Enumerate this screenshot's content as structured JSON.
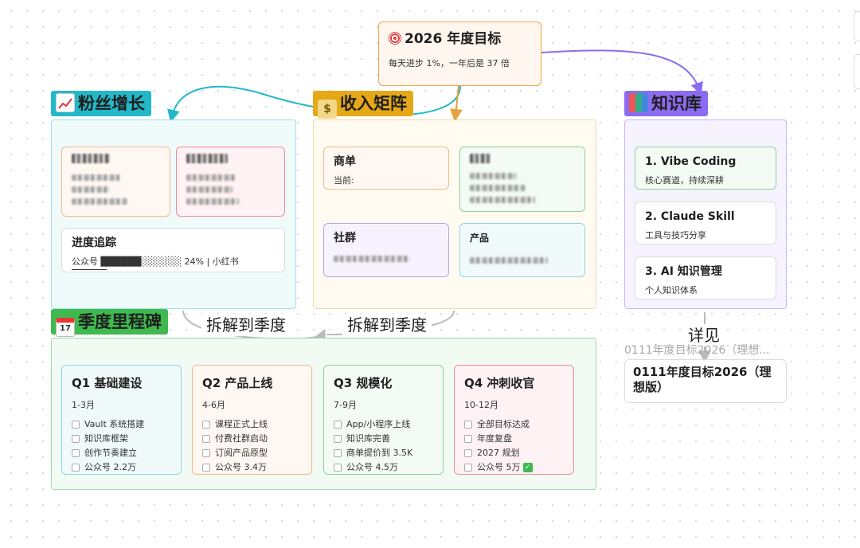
{
  "goal": {
    "title": "2026 年度目标",
    "subtitle": "每天进步 1%，一年后是 37 倍",
    "icon": "target-icon"
  },
  "groups": {
    "fans": {
      "label": "粉丝增长",
      "icon": "chart-up-icon"
    },
    "income": {
      "label": "收入矩阵",
      "icon": "money-bag-icon"
    },
    "knowledge": {
      "label": "知识库",
      "icon": "books-icon"
    },
    "quarters": {
      "label": "季度里程碑",
      "icon": "calendar-icon"
    }
  },
  "fans": {
    "progress_title": "进度追踪",
    "progress_text": "公众号 ██████░░░░░░ 24% | 小红书"
  },
  "income": {
    "card1_title": "商单",
    "card1_line": "当前:",
    "card3_title": "社群",
    "card4_title": "产品"
  },
  "knowledge": {
    "items": [
      {
        "title": "1. Vibe Coding",
        "sub": "核心赛道，持续深耕"
      },
      {
        "title": "2. Claude Skill",
        "sub": "工具与技巧分享"
      },
      {
        "title": "3. AI 知识管理",
        "sub": "个人知识体系"
      }
    ],
    "edge_label": "详见",
    "link_caption": "0111年度目标2026（理想...",
    "link_title": "0111年度目标2026（理想版）"
  },
  "edge_labels": {
    "left": "拆解到季度",
    "right": "拆解到季度"
  },
  "quarters": [
    {
      "title": "Q1 基础建设",
      "range": "1-3月",
      "tasks": [
        "Vault 系统搭建",
        "知识库框架",
        "创作节奏建立",
        "公众号 2.2万"
      ]
    },
    {
      "title": "Q2 产品上线",
      "range": "4-6月",
      "tasks": [
        "课程正式上线",
        "付费社群启动",
        "订阅产品原型",
        "公众号 3.4万"
      ]
    },
    {
      "title": "Q3 规模化",
      "range": "7-9月",
      "tasks": [
        "App/小程序上线",
        "知识库完善",
        "商单提价到 3.5K",
        "公众号 4.5万"
      ]
    },
    {
      "title": "Q4 冲刺收官",
      "range": "10-12月",
      "tasks": [
        "全部目标达成",
        "年度复盘",
        "2027 规划",
        "公众号 5万"
      ]
    }
  ],
  "colors": {
    "teal": "#22b8c8",
    "orange": "#f0a24a",
    "purple": "#8b6cf0",
    "green": "#3fb950",
    "red": "#e86a7a"
  }
}
